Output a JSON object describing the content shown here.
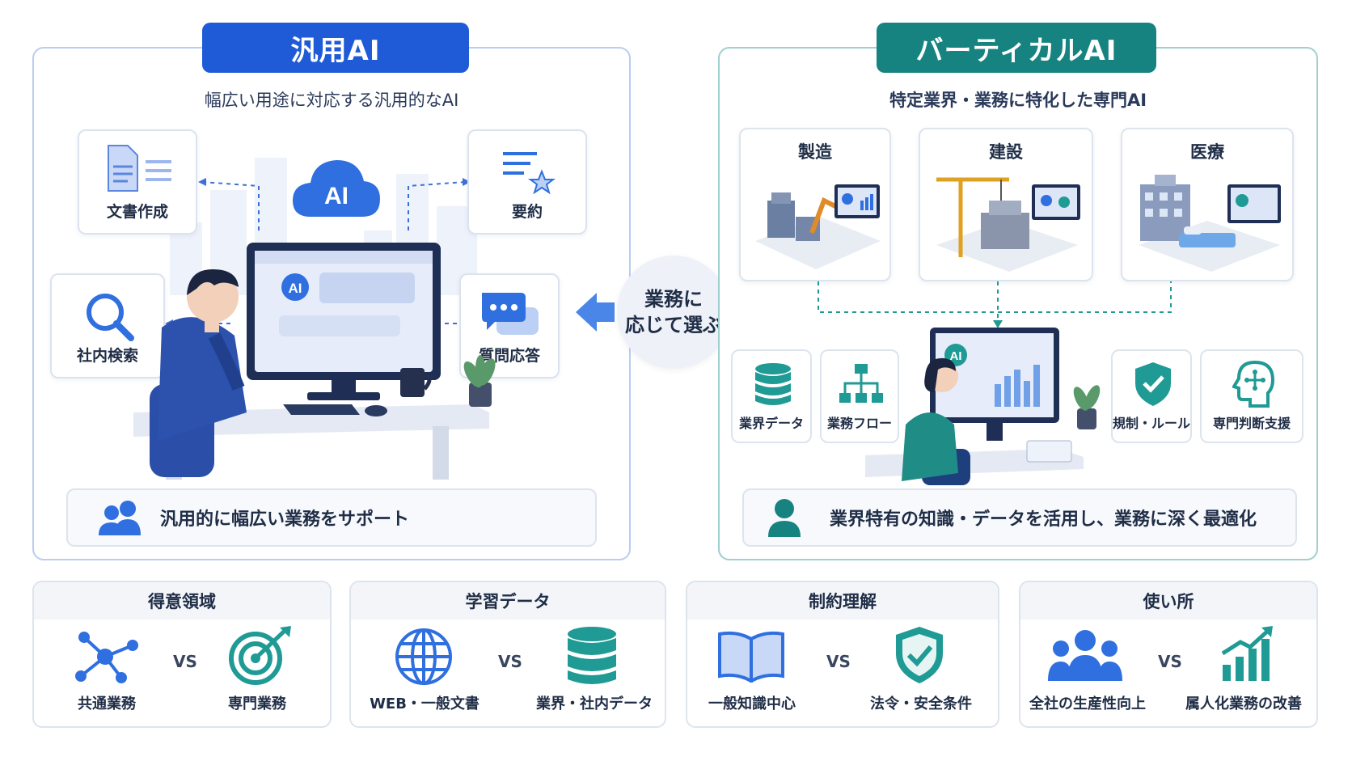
{
  "general_ai": {
    "title": "汎用AI",
    "subtitle": "幅広い用途に対応する汎用的なAI",
    "cloud_label": "AI",
    "screen_label": "AI",
    "cards": {
      "doc": "文書作成",
      "summary": "要約",
      "search": "社内検索",
      "qa": "質問応答"
    },
    "footer": "汎用的に幅広い業務をサポート",
    "colors": {
      "primary": "#1f5bd6"
    }
  },
  "center": {
    "line1": "業務に",
    "line2": "応じて選ぶ"
  },
  "vertical_ai": {
    "title": "バーティカルAI",
    "subtitle": "特定業界・業務に特化した専門AI",
    "screen_label": "AI",
    "sectors": {
      "manufacturing": "製造",
      "construction": "建設",
      "medical": "医療"
    },
    "cards": {
      "industry_data": "業界データ",
      "workflow": "業務フロー",
      "rules": "規制・ルール",
      "expert": "専門判断支援"
    },
    "footer": "業界特有の知識・データを活用し、業務に深く最適化",
    "colors": {
      "primary": "#168381"
    }
  },
  "comparisons": [
    {
      "head": "得意領域",
      "left": "共通業務",
      "vs": "VS",
      "right": "専門業務"
    },
    {
      "head": "学習データ",
      "left": "WEB・一般文書",
      "vs": "VS",
      "right": "業界・社内データ"
    },
    {
      "head": "制約理解",
      "left": "一般知識中心",
      "vs": "VS",
      "right": "法令・安全条件"
    },
    {
      "head": "使い所",
      "left": "全社の生産性向上",
      "vs": "VS",
      "right": "属人化業務の改善"
    }
  ]
}
